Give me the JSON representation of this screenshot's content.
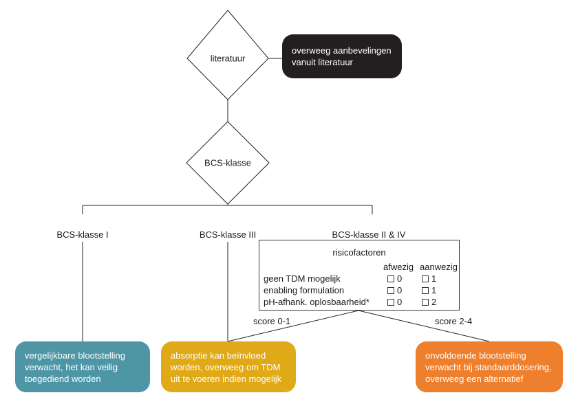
{
  "nodes": {
    "literatuur": "literatuur",
    "bcs_klasse": "BCS-klasse"
  },
  "literature_box": {
    "line1": "overweeg aanbevelingen",
    "line2": "vanuit literatuur"
  },
  "branches": {
    "klasse_1": "BCS-klasse I",
    "klasse_3": "BCS-klasse III",
    "klasse_2_4": "BCS-klasse II & IV"
  },
  "risk_table": {
    "title": "risicofactoren",
    "col_absent": "afwezig",
    "col_present": "aanwezig",
    "rows": [
      {
        "name": "geen TDM mogelijk",
        "absent": "0",
        "present": "1"
      },
      {
        "name": "enabling formulation",
        "absent": "0",
        "present": "1"
      },
      {
        "name": "pH-afhank. oplosbaarheid*",
        "absent": "0",
        "present": "2"
      }
    ]
  },
  "scores": {
    "low": "score 0-1",
    "high": "score 2-4"
  },
  "outcomes": {
    "teal": {
      "color": "#4e96a6",
      "line1": "vergelijkbare blootstelling",
      "line2": "verwacht, het kan veilig",
      "line3": "toegediend worden"
    },
    "yellow": {
      "color": "#e0a917",
      "line1": "absorptie kan beïnvloed",
      "line2": "worden, overweeg om TDM",
      "line3": "uit te voeren indien mogelijk"
    },
    "orange": {
      "color": "#ed7f2d",
      "line1": "onvoldoende blootstelling",
      "line2": "verwacht bij standaarddosering,",
      "line3": "overweeg een alternatief"
    }
  }
}
